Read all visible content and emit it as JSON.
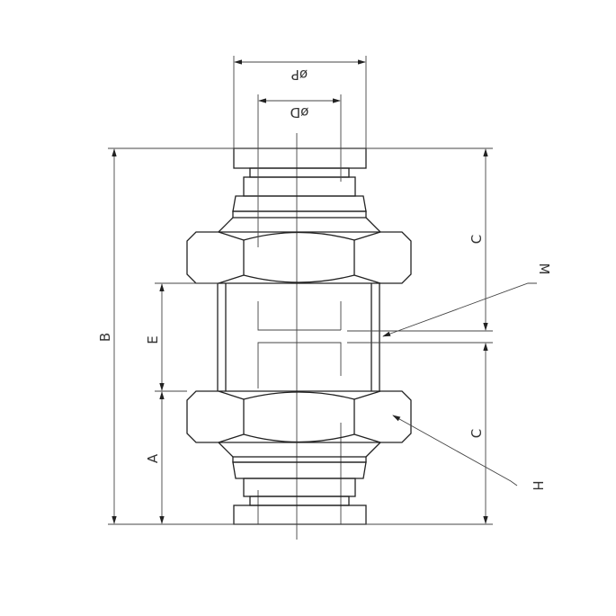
{
  "drawing": {
    "labels": {
      "outer_diameter": "øP",
      "inner_diameter": "øD",
      "total_length": "B",
      "body_length": "E",
      "thread_length": "A",
      "half_length_top": "C",
      "half_length_bottom": "C",
      "seal": "M",
      "hex_nut": "H"
    },
    "line_color": "#222222"
  }
}
